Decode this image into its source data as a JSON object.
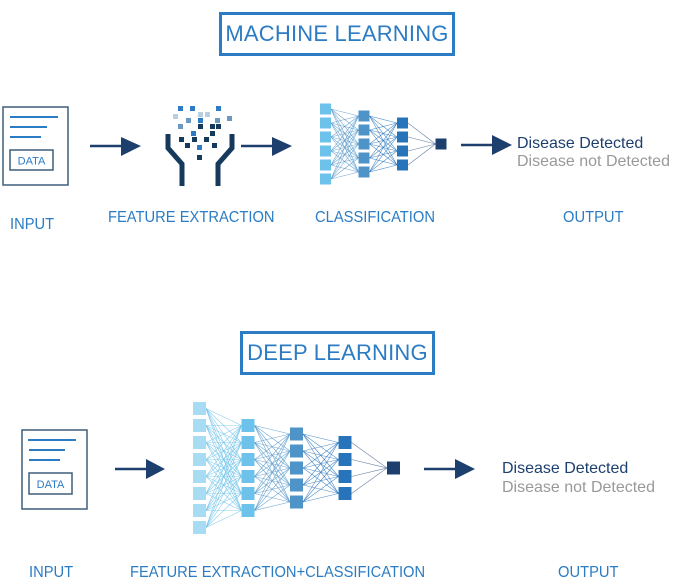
{
  "colors": {
    "accent": "#2b7cc4",
    "dark": "#1d3f6e",
    "muted": "#999999",
    "doc_border": "#3f5f7a",
    "layer_colors": [
      "#a8dcf3",
      "#6cc2ea",
      "#4f94c9",
      "#2874bb",
      "#1d3f6e"
    ]
  },
  "machine_learning": {
    "title": "MACHINE LEARNING",
    "input": {
      "doc_label": "DATA",
      "caption": "INPUT"
    },
    "feature_extraction": {
      "caption": "FEATURE EXTRACTION"
    },
    "classification": {
      "caption": "CLASSIFICATION",
      "layers": [
        6,
        5,
        4,
        1
      ]
    },
    "output": {
      "caption": "OUTPUT",
      "positive": "Disease Detected",
      "negative": "Disease not Detected"
    }
  },
  "deep_learning": {
    "title": "DEEP LEARNING",
    "input": {
      "doc_label": "DATA",
      "caption": "INPUT"
    },
    "feature_extraction_classification": {
      "caption": "FEATURE EXTRACTION+CLASSIFICATION",
      "layers": [
        8,
        6,
        5,
        4,
        1
      ]
    },
    "output": {
      "caption": "OUTPUT",
      "positive": "Disease Detected",
      "negative": "Disease not Detected"
    }
  }
}
